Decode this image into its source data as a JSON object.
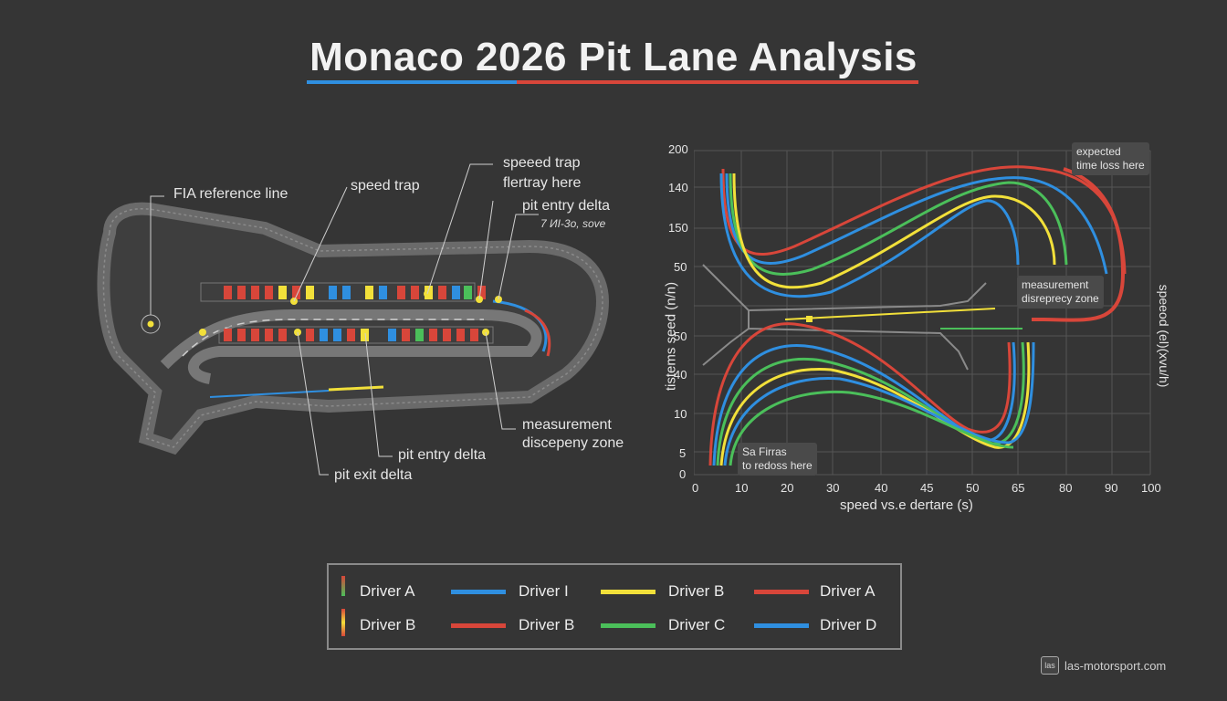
{
  "title": "Monaco 2026 Pit Lane Analysis",
  "colors": {
    "blue": "#2f8fe0",
    "red": "#d8463a",
    "yellow": "#f2e03a",
    "green": "#4bbf5a",
    "track": "#5a5a5a",
    "background": "#353535"
  },
  "diagram": {
    "labels": {
      "fia_reference_line": "FIA reference line",
      "speed_trap_left": "speed trap",
      "speed_trap_top": "speeed trap",
      "flertray_here": "flertray here",
      "pit_entry_delta_top": "pit entry delta",
      "small_note": "7 ИI-3o, sove",
      "measurement_zone": "measurement",
      "measurement_zone_2": "discepeny zone",
      "pit_entry_delta_bottom": "pit entry delta",
      "pit_exit_delta": "pit exit delta"
    }
  },
  "chart": {
    "y_label": "tistems seed (n/n)",
    "y_label_right": "speeod (el)(xvu/h)",
    "x_label": "speed vs.e dertare (s)",
    "y_ticks": [
      "200",
      "140",
      "150",
      "50",
      "50",
      "40",
      "10",
      "5",
      "0"
    ],
    "x_ticks": [
      "0",
      "10",
      "20",
      "30",
      "40",
      "45",
      "50",
      "65",
      "80",
      "90",
      "100"
    ],
    "notes": {
      "expected": "expected",
      "expected_2": "time loss here",
      "measurement": "measurement",
      "measurement_2": "disreprecy zone",
      "firras": "Sa Firras",
      "firras_2": "to redoss here"
    }
  },
  "legend": {
    "items": [
      {
        "label": "Driver A",
        "color": "#4bbf5a"
      },
      {
        "label": "Driver I",
        "color": "#2f8fe0"
      },
      {
        "label": "Driver B",
        "color": "#f2e03a"
      },
      {
        "label": "Driver A",
        "color": "#d8463a"
      },
      {
        "label": "Driver B",
        "color": "#f2e03a"
      },
      {
        "label": "Driver B",
        "color": "#d8463a"
      },
      {
        "label": "Driver C",
        "color": "#4bbf5a"
      },
      {
        "label": "Driver D",
        "color": "#2f8fe0"
      }
    ]
  },
  "brand": {
    "logo": "las",
    "site": "las-motorsport.com"
  }
}
